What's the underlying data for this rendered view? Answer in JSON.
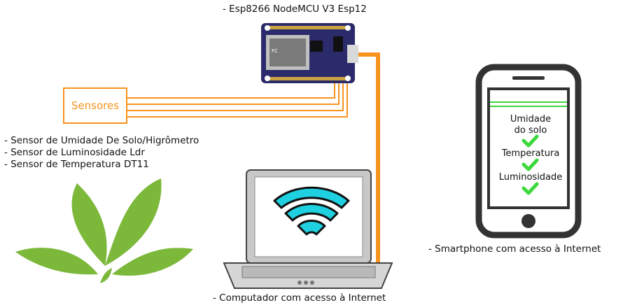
{
  "board": {
    "caption": "- Esp8266 NodeMCU V3 Esp12"
  },
  "sensors": {
    "box_label": "Sensores",
    "items": [
      "- Sensor de Umidade De Solo/Higrômetro",
      "- Sensor de Luminosidade Ldr",
      "- Sensor de Temperatura DT11"
    ]
  },
  "computer": {
    "caption": "- Computador com acesso à Internet"
  },
  "phone": {
    "caption": "- Smartphone com acesso à Internet",
    "readings": [
      "Umidade",
      "do solo",
      "Temperatura",
      "Luminosidade"
    ]
  },
  "colors": {
    "wire": "#f7931e",
    "board": "#2b2b6b",
    "leaf": "#7cb83a",
    "wifi": "#1fd0e0",
    "check": "#3cd83c",
    "screen_line": "#3cd83c"
  },
  "icons": {
    "plant": "plant-leaves-icon",
    "wifi": "wifi-icon",
    "check": "check-icon",
    "laptop": "laptop-icon",
    "phone": "smartphone-icon",
    "board": "nodemcu-board-icon"
  }
}
